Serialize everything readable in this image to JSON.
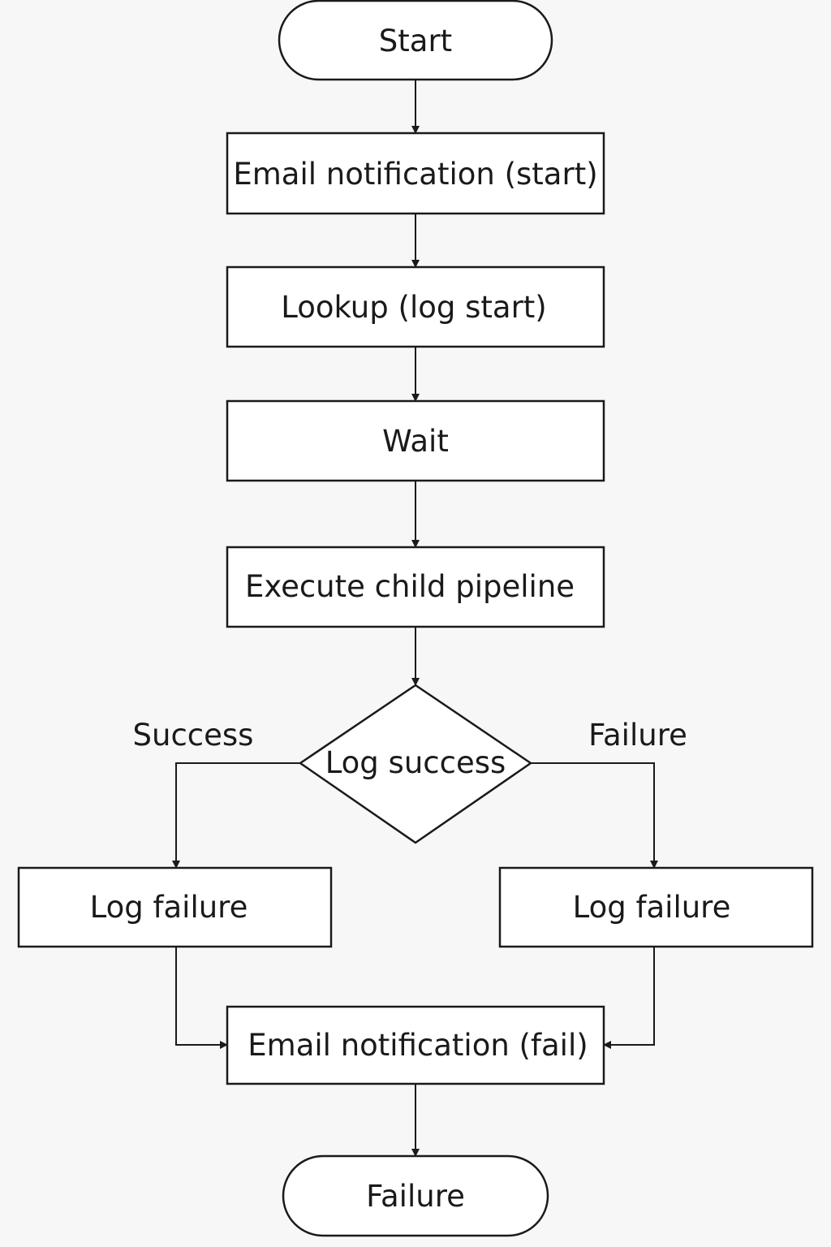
{
  "nodes": {
    "start": "Start",
    "email_start": "Email notification (start)",
    "lookup": "Lookup (log start)",
    "wait": "Wait",
    "execute": "Execute child pipeline",
    "decision": "Log success",
    "log_failure_left": "Log failure",
    "log_failure_right": "Log failure",
    "email_fail": "Email notification (fail)",
    "end": "Failure"
  },
  "edges": {
    "success_label": "Success",
    "failure_label": "Failure"
  }
}
